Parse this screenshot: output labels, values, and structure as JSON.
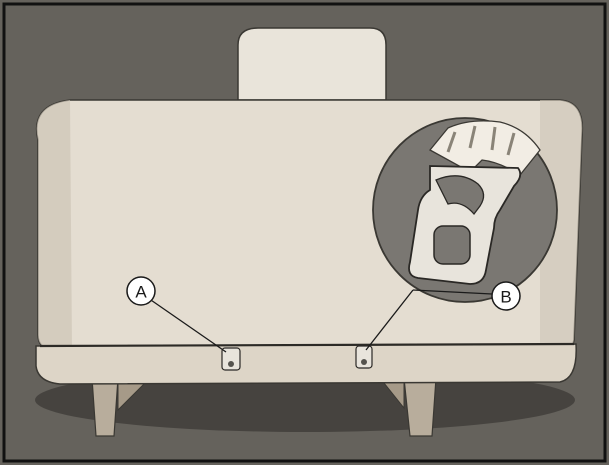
{
  "illustration": {
    "subject": "rear-seat-backrest-with-hooks",
    "colors": {
      "frame": "#111111",
      "background": "#6d6b65",
      "background_dark": "#55534e",
      "seat": "#e4ddd1",
      "seat_shadow": "#cdc5b6",
      "seat_outline": "#3a3833",
      "headrest": "#e9e4da",
      "legs": "#b8ad9c",
      "floor_shadow": "#3e3c38",
      "magnifier": "#7a7772",
      "hook_metal": "#e8e4dc",
      "hand": "#f2ede4"
    }
  },
  "callouts": [
    {
      "id": "A",
      "label": "A"
    },
    {
      "id": "B",
      "label": "B"
    }
  ]
}
